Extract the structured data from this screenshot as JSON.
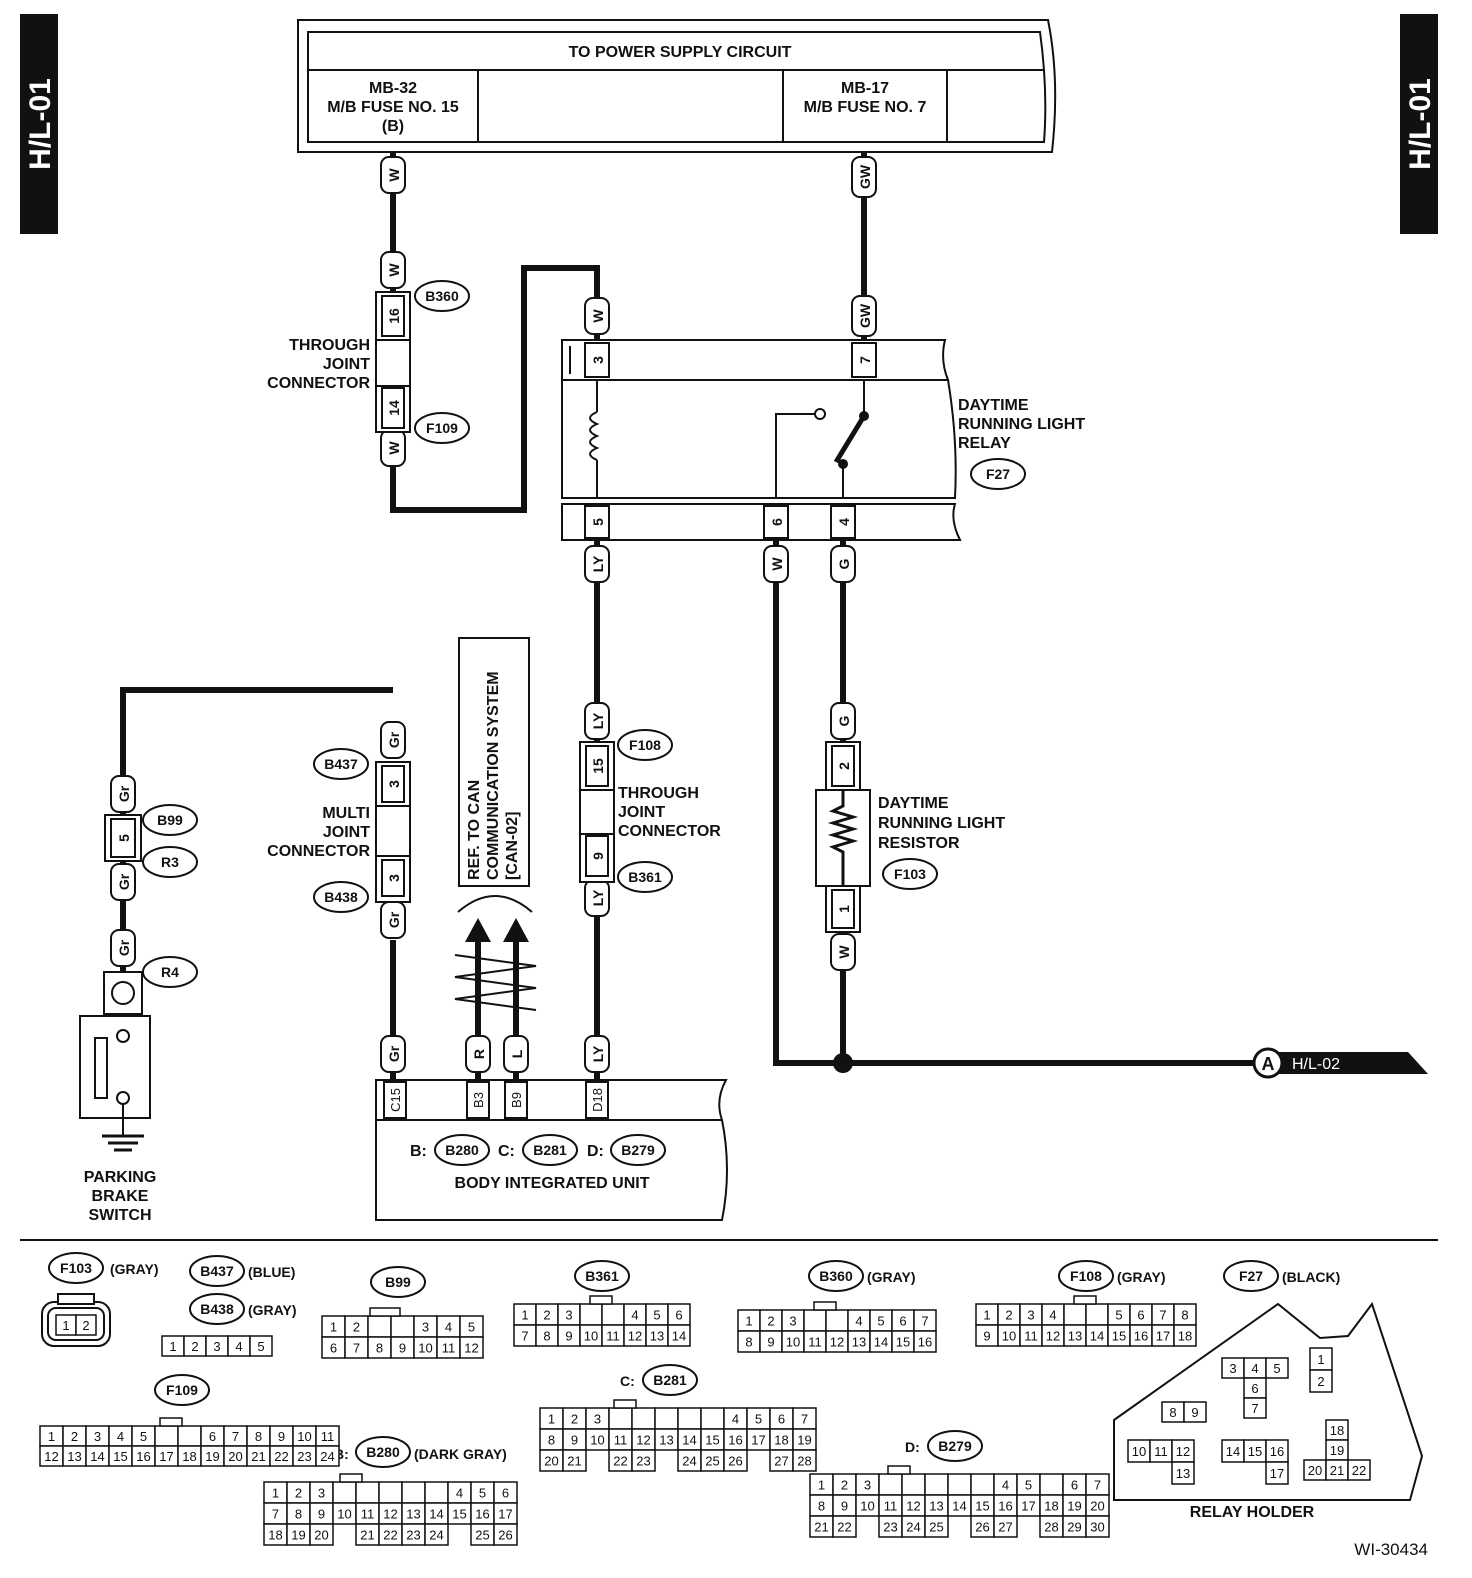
{
  "page_tag": "H/L-01",
  "top_box": {
    "title": "TO POWER SUPPLY CIRCUIT",
    "left_cell": [
      "MB-32",
      "M/B FUSE NO. 15",
      "(B)"
    ],
    "right_cell": [
      "MB-17",
      "M/B FUSE NO. 7"
    ]
  },
  "wires": {
    "w": "W",
    "gw": "GW",
    "ly": "LY",
    "g": "G",
    "gr": "Gr",
    "r": "R",
    "l": "L"
  },
  "connectors": {
    "b360": "B360",
    "f109": "F109",
    "f27": "F27",
    "f108": "F108",
    "b361": "B361",
    "f103": "F103",
    "b437": "B437",
    "b438": "B438",
    "b99": "B99",
    "r3": "R3",
    "r4": "R4",
    "b280": "B280",
    "b281": "B281",
    "b279": "B279"
  },
  "pins": {
    "p16": "16",
    "p14": "14",
    "p3": "3",
    "p7": "7",
    "p5": "5",
    "p6": "6",
    "p4": "4",
    "p15": "15",
    "p9": "9",
    "p2": "2",
    "p1": "1",
    "c15": "C15",
    "b3": "B3",
    "b9": "B9",
    "d18": "D18"
  },
  "labels": {
    "through_joint_1": [
      "THROUGH",
      "JOINT",
      "CONNECTOR"
    ],
    "drl_relay": [
      "DAYTIME",
      "RUNNING LIGHT",
      "RELAY"
    ],
    "through_joint_2": [
      "THROUGH",
      "JOINT",
      "CONNECTOR"
    ],
    "drl_resistor": [
      "DAYTIME",
      "RUNNING LIGHT",
      "RESISTOR"
    ],
    "multi_joint": [
      "MULTI",
      "JOINT",
      "CONNECTOR"
    ],
    "can_ref": [
      "REF. TO CAN",
      "COMMUNICATION SYSTEM",
      "[CAN-02]"
    ],
    "parking_brake": [
      "PARKING",
      "BRAKE",
      "SWITCH"
    ],
    "body_unit": "BODY INTEGRATED UNIT",
    "bprefix": "B:",
    "cprefix": "C:",
    "dprefix": "D:",
    "offpage_letter": "A",
    "offpage_ref": "H/L-02"
  },
  "legend": {
    "f103_color": "(GRAY)",
    "b437_color": "(BLUE)",
    "b438_color": "(GRAY)",
    "b360_color": "(GRAY)",
    "f108_color": "(GRAY)",
    "f27_color": "(BLACK)",
    "b280_color": "(DARK GRAY)",
    "relay_holder": "RELAY HOLDER",
    "figure_id": "WI-30434"
  }
}
